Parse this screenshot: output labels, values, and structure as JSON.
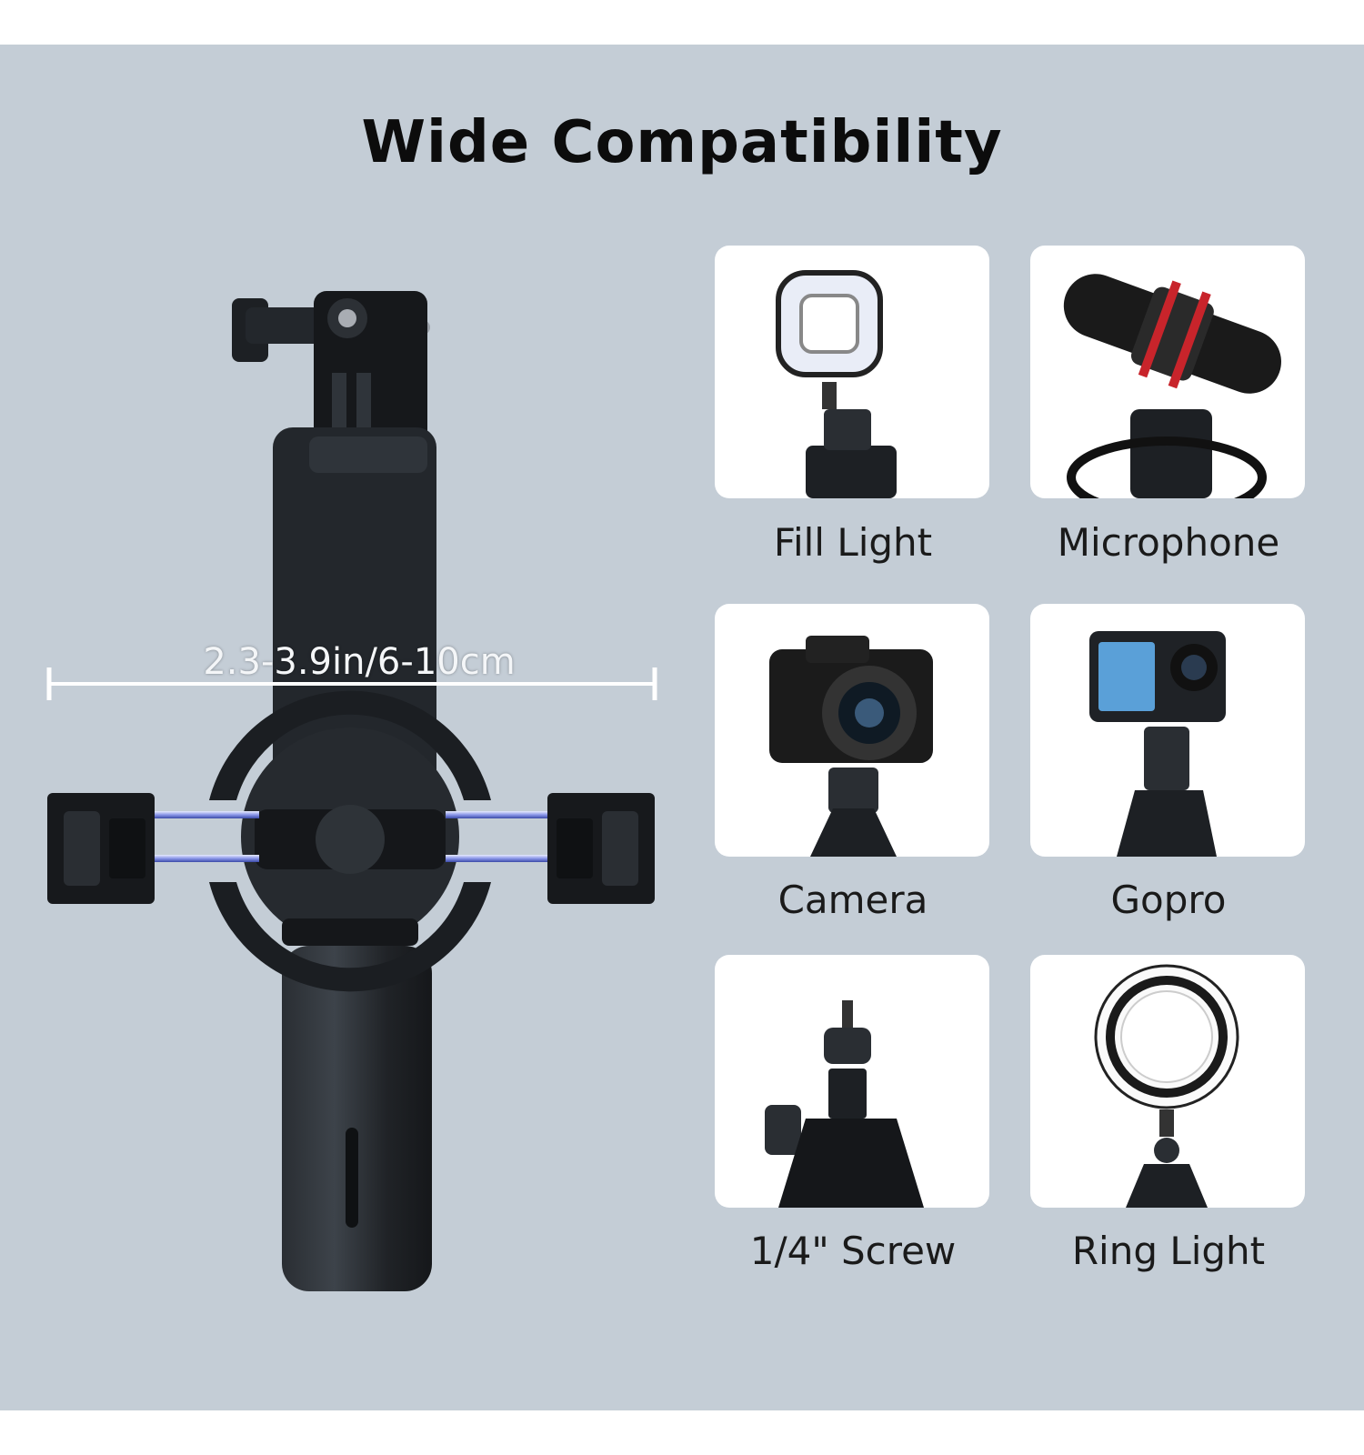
{
  "heading": "Wide Compatibility",
  "range_label": "2.3-3.9in/6-10cm",
  "accessories": [
    {
      "name": "Fill Light",
      "icon": "fill-light-icon"
    },
    {
      "name": "Microphone",
      "icon": "microphone-icon"
    },
    {
      "name": "Camera",
      "icon": "camera-icon"
    },
    {
      "name": "Gopro",
      "icon": "gopro-icon"
    },
    {
      "name": "1/4\" Screw",
      "icon": "screw-mount-icon"
    },
    {
      "name": "Ring Light",
      "icon": "ring-light-icon"
    }
  ],
  "colors": {
    "background_panel": "#c4cdd6",
    "card_background": "#ffffff",
    "product_black": "#1b1e22",
    "accent_red": "#c8242b"
  }
}
